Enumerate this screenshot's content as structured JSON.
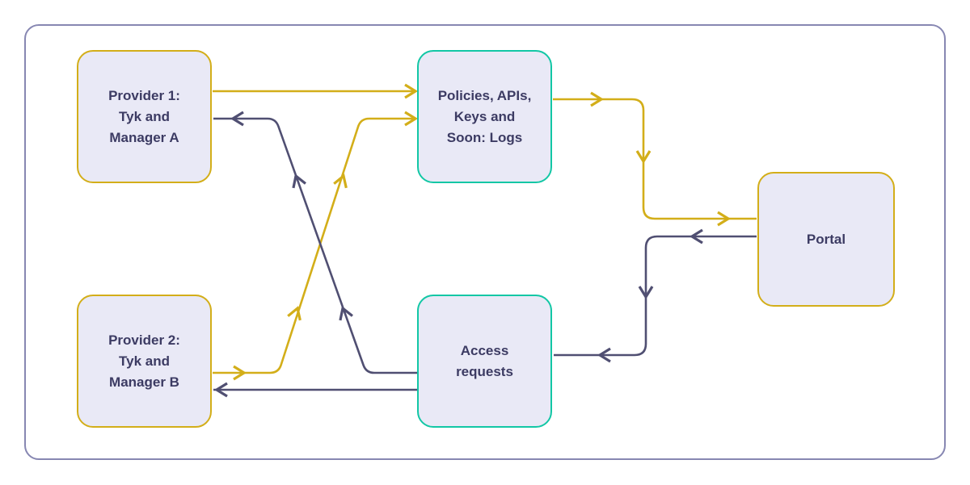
{
  "diagram": {
    "type": "flowchart",
    "nodes": {
      "provider1": {
        "label": "Provider 1:\nTyk and\nManager A",
        "border_color": "#D3AE19"
      },
      "provider2": {
        "label": "Provider 2:\nTyk and\nManager B",
        "border_color": "#D3AE19"
      },
      "policies": {
        "label": "Policies, APIs,\nKeys and\nSoon: Logs",
        "border_color": "#12C7A5"
      },
      "access": {
        "label": "Access\nrequests",
        "border_color": "#12C7A5"
      },
      "portal": {
        "label": "Portal",
        "border_color": "#D3AE19"
      }
    },
    "edges": [
      {
        "from": "provider1",
        "to": "policies",
        "color": "#D3AE19"
      },
      {
        "from": "provider2",
        "to": "policies",
        "color": "#D3AE19"
      },
      {
        "from": "policies",
        "to": "portal",
        "color": "#D3AE19"
      },
      {
        "from": "portal",
        "to": "access",
        "color": "#504F72"
      },
      {
        "from": "access",
        "to": "provider1",
        "color": "#504F72"
      },
      {
        "from": "access",
        "to": "provider2",
        "color": "#504F72"
      }
    ],
    "colors": {
      "node_fill": "#E9E9F6",
      "node_text": "#3C3B63",
      "frame_border": "#8787B2",
      "background": "#FFFFFF"
    }
  }
}
